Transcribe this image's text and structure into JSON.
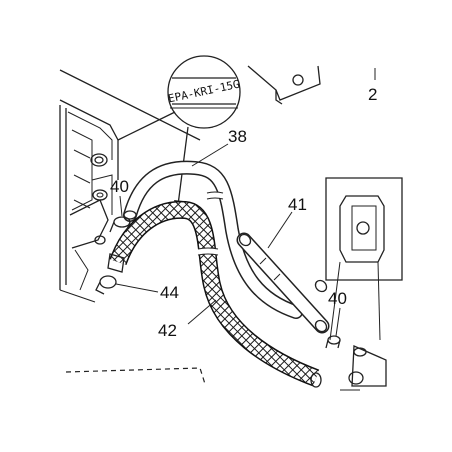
{
  "diagram": {
    "part_label": "EPA-KRI-15G",
    "callouts": {
      "hose_upper": "38",
      "clip_upper": "40",
      "rod_hose": "41",
      "clip_lower": "40",
      "clamp": "44",
      "braided_hose": "42",
      "page_ref": "2"
    },
    "colors": {
      "ink": "#222222",
      "background": "#ffffff",
      "braid": "#1a1a1a"
    }
  }
}
